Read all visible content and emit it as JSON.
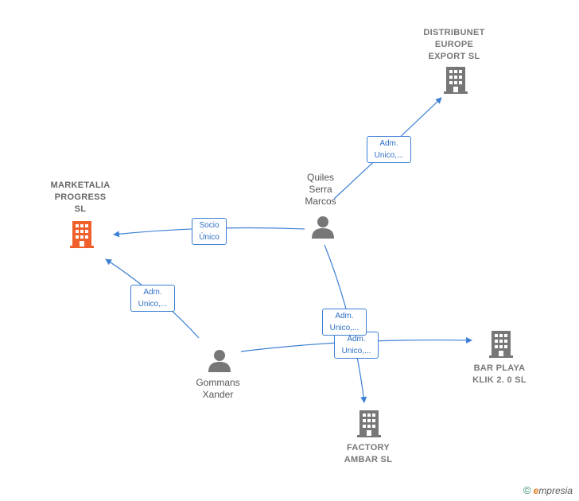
{
  "nodes": {
    "distribunet": {
      "label": "DISTRIBUNET\nEUROPE\nEXPORT  SL",
      "color": "#777777"
    },
    "marketalia": {
      "label": "MARKETALIA\nPROGRESS\nSL",
      "color": "#f0602a"
    },
    "quiles": {
      "label": "Quiles\nSerra\nMarcos"
    },
    "gommans": {
      "label": "Gommans\nXander"
    },
    "barplaya": {
      "label": "BAR PLAYA\nKLIK 2. 0  SL",
      "color": "#777777"
    },
    "factory": {
      "label": "FACTORY\nAMBAR  SL",
      "color": "#777777"
    }
  },
  "edges": {
    "quiles_distribunet": "Adm.\nUnico,...",
    "quiles_marketalia": "Socio\nÚnico",
    "gommans_marketalia": "Adm.\nUnico,...",
    "quiles_factory": "Adm.\nUnico,...",
    "gommans_barplaya": "Adm.\nUnico,..."
  },
  "colors": {
    "edge": "#3d7fd4",
    "person": "#777777",
    "company": "#777777",
    "focus": "#f0602a"
  },
  "brand": {
    "copyright": "©",
    "name_first": "e",
    "name_rest": "mpresia"
  }
}
